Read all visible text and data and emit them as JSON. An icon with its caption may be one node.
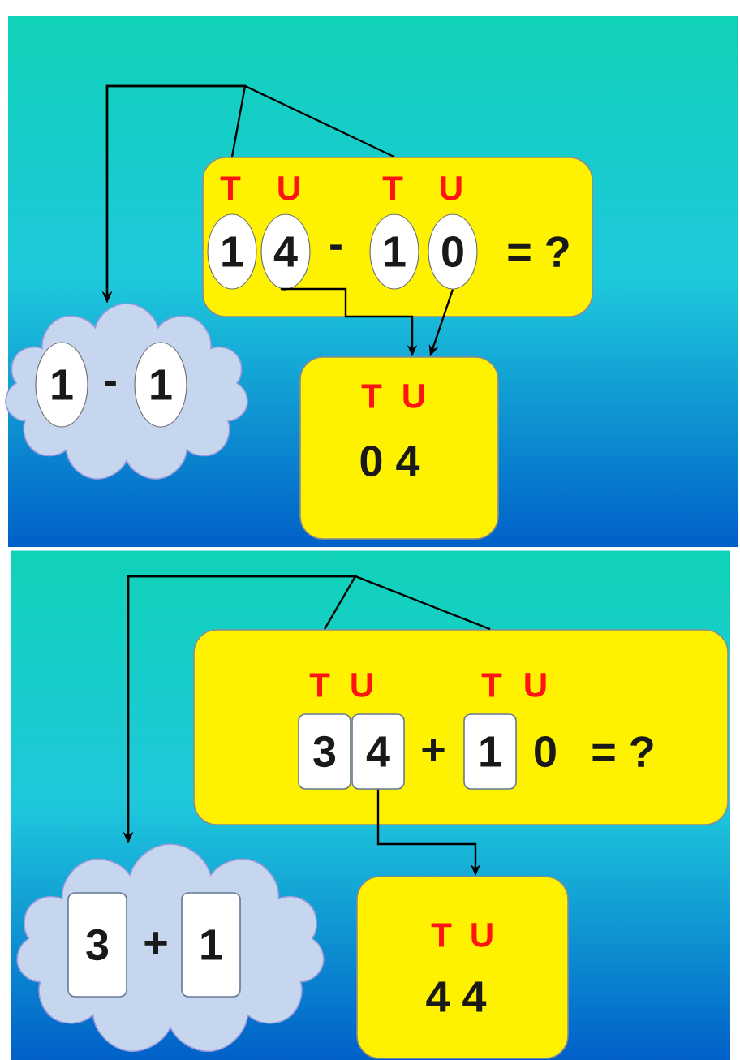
{
  "diagram": {
    "nodes": [
      {
        "text": [
          "T",
          "U",
          "T",
          "U",
          "-",
          "= ?"
        ]
      },
      {
        "text": [
          "1"
        ],
        "in": 0
      },
      {
        "text": [
          "4"
        ],
        "in": 0
      },
      {
        "text": [
          "1"
        ],
        "in": 0
      },
      {
        "text": [
          "0"
        ],
        "in": 0
      },
      {
        "text": [
          "-"
        ]
      },
      {
        "text": [
          "1"
        ],
        "in": 5
      },
      {
        "text": [
          "1"
        ],
        "in": 5
      },
      {
        "text": [
          "T",
          "U",
          "0 4"
        ]
      },
      {
        "text": [
          "T",
          "U",
          "T",
          "U",
          "+",
          "0",
          "= ?"
        ]
      },
      {
        "text": [
          "3"
        ],
        "in": 9
      },
      {
        "text": [
          "4"
        ],
        "in": 9
      },
      {
        "text": [
          "1"
        ],
        "in": 9
      },
      {
        "text": [
          "+"
        ]
      },
      {
        "text": [
          "3"
        ],
        "in": 13
      },
      {
        "text": [
          "1"
        ],
        "in": 13
      },
      {
        "text": [
          "T",
          "U",
          "4 4"
        ]
      }
    ],
    "edges": [
      {
        "from": 1,
        "to": 5,
        "arrow": "to"
      },
      {
        "from": 3,
        "to": 5,
        "arrow": "to"
      },
      {
        "from": 2,
        "to": 8,
        "arrow": "to"
      },
      {
        "from": 4,
        "to": 8,
        "arrow": "to"
      },
      {
        "from": 10,
        "to": 13,
        "arrow": "to"
      },
      {
        "from": 12,
        "to": 13,
        "arrow": "to"
      },
      {
        "from": 11,
        "to": 16,
        "arrow": "to"
      }
    ]
  }
}
